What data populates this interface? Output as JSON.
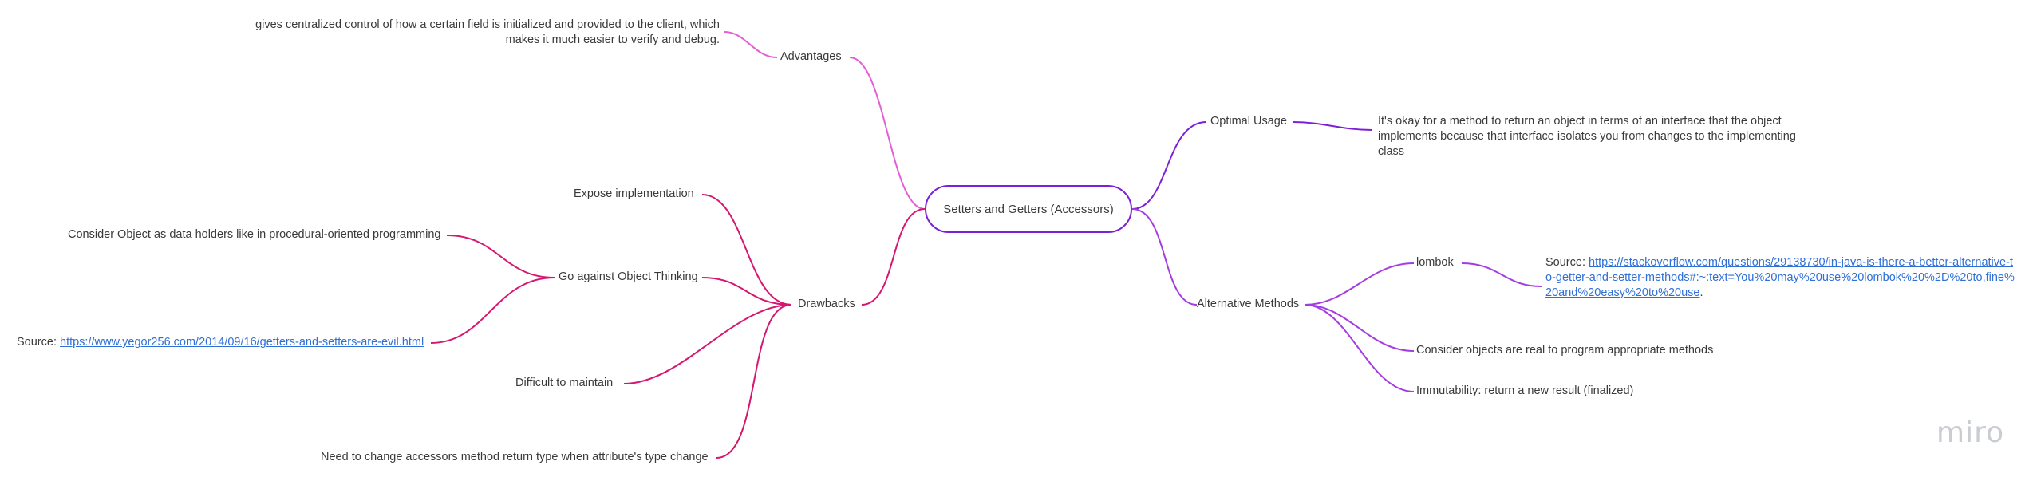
{
  "root": {
    "label": "Setters and Getters (Accessors)"
  },
  "advantages": {
    "label": "Advantages",
    "detail": "gives centralized control of how a certain field is initialized and provided to the client, which makes it much easier to verify and debug."
  },
  "drawbacks": {
    "label": "Drawbacks",
    "expose": "Expose implementation",
    "object_thinking": {
      "label": "Go against Object Thinking",
      "detail": "Consider Object as data holders like in procedural-oriented programming",
      "source_prefix": "Source: ",
      "source_link": "https://www.yegor256.com/2014/09/16/getters-and-setters-are-evil.html"
    },
    "maintain": "Difficult to maintain",
    "return_type": "Need to change accessors method return type when attribute's type change"
  },
  "optimal_usage": {
    "label": "Optimal Usage",
    "detail": "It's okay for a method to return an object in terms of an interface that the object implements because that interface isolates you from changes to the implementing class"
  },
  "alternatives": {
    "label": "Alternative Methods",
    "lombok": {
      "label": "lombok",
      "source_prefix": "Source: ",
      "source_link": "https://stackoverflow.com/questions/29138730/in-java-is-there-a-better-alternative-to-getter-and-setter-methods#:~:text=You%20may%20use%20lombok%20%2D%20to,fine%20and%20easy%20to%20use",
      "source_suffix": "."
    },
    "consider": "Consider objects are real to program appropriate methods",
    "immutability": "Immutability: return a new result (finalized)"
  },
  "logo": "miro",
  "colors": {
    "advantages": "#e35fd6",
    "drawbacks": "#d6176f",
    "optimal": "#7b1fd8",
    "alternatives": "#a53ce0",
    "root_border": "#7b1fd8"
  }
}
